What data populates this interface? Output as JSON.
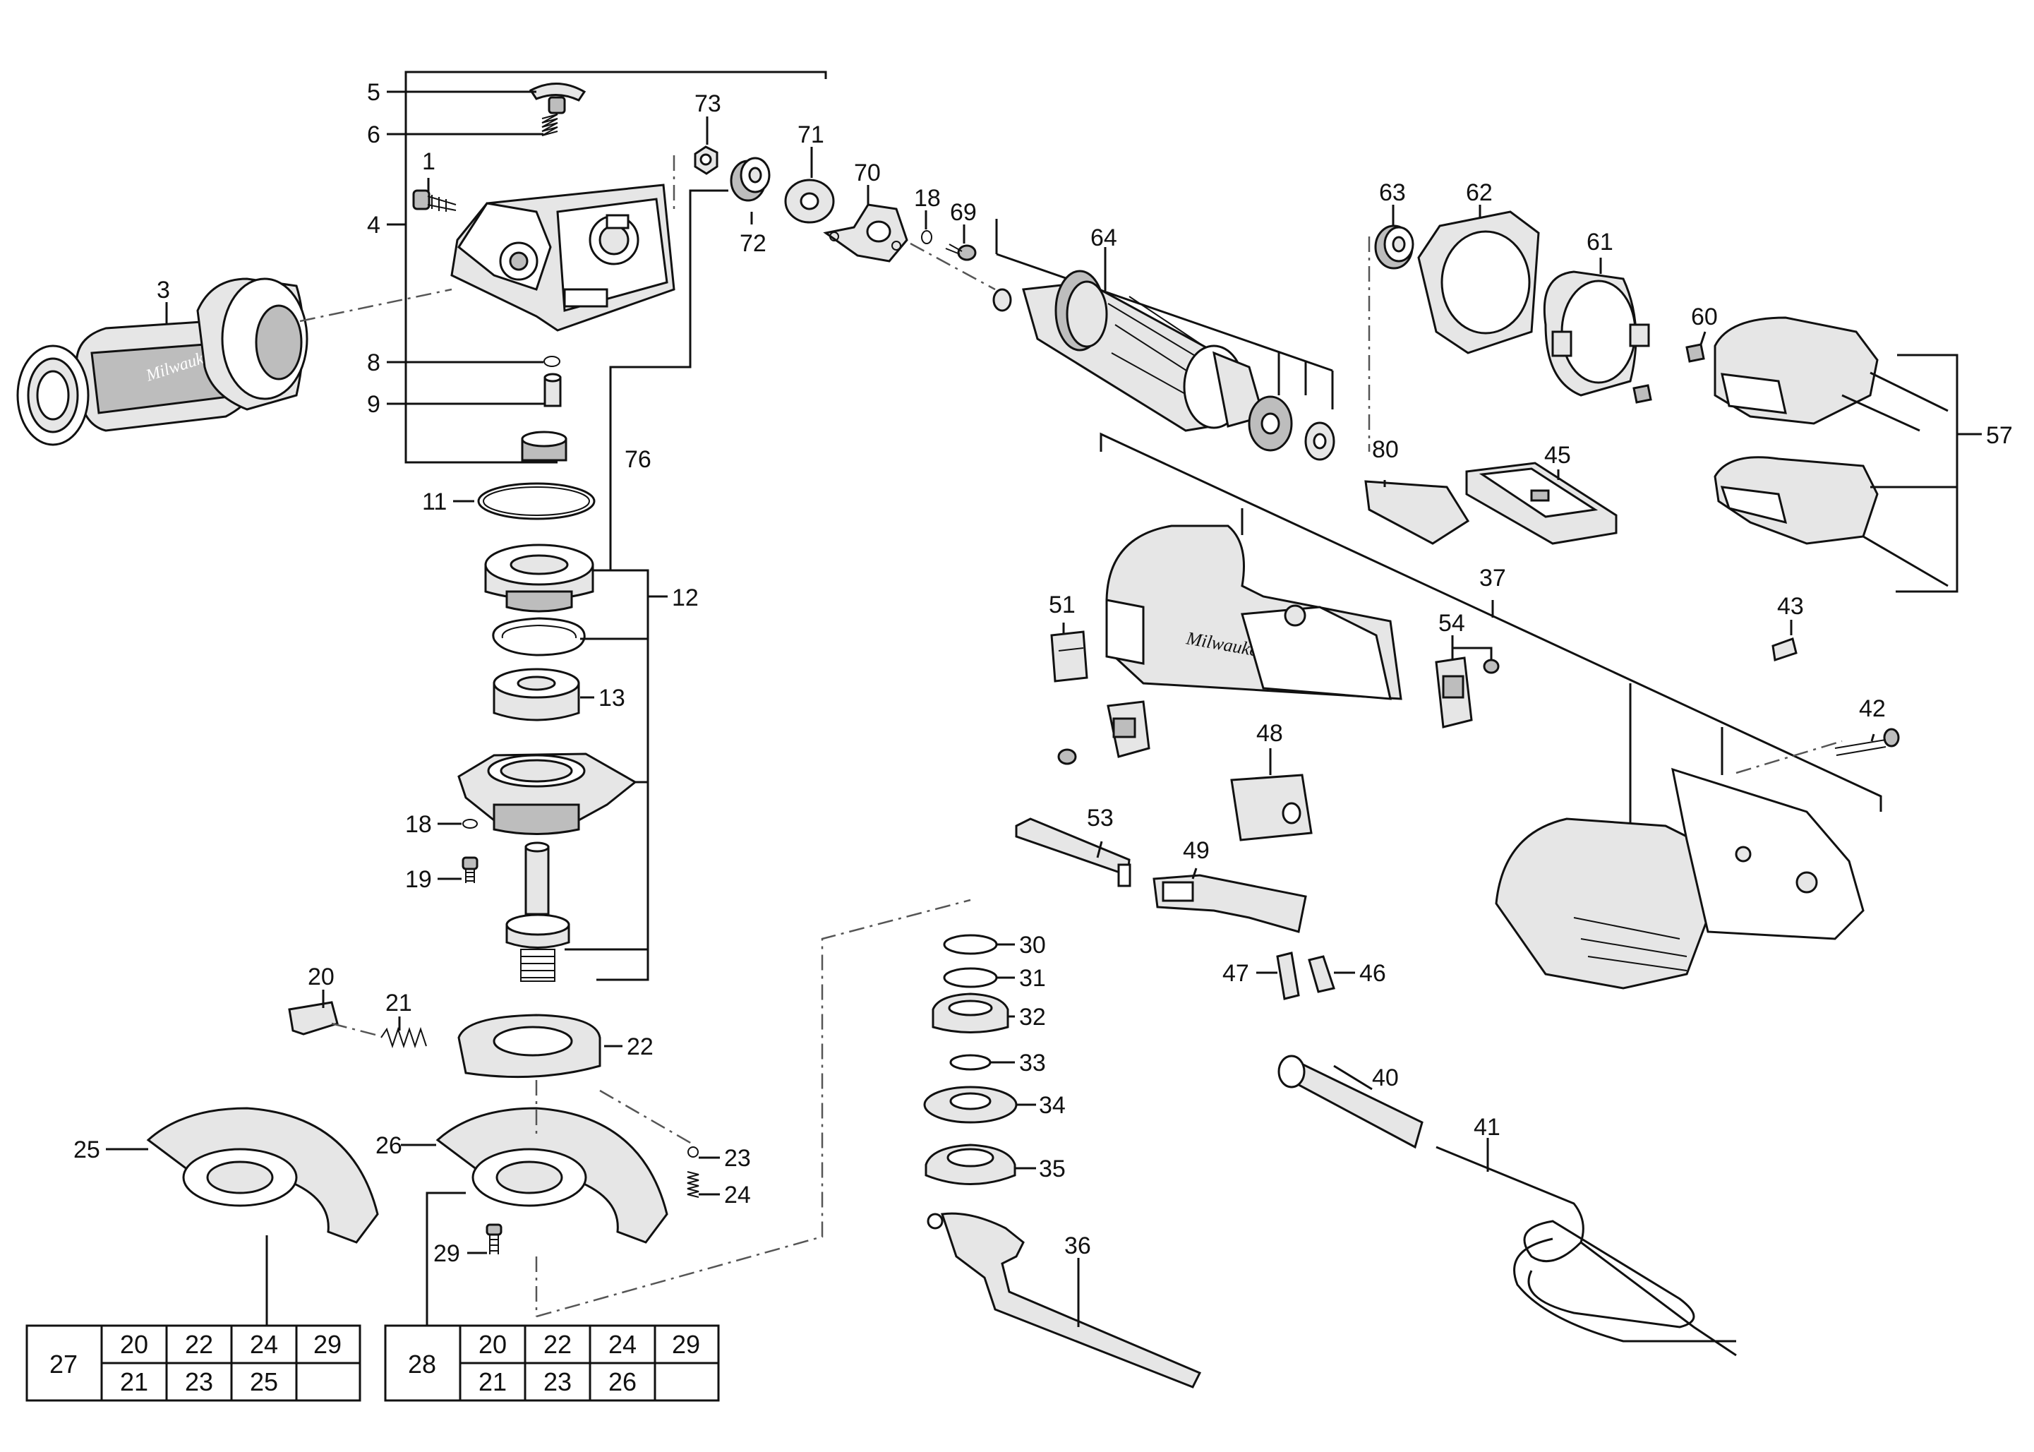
{
  "callouts": {
    "c1": "1",
    "c3": "3",
    "c4": "4",
    "c5": "5",
    "c6": "6",
    "c8": "8",
    "c9": "9",
    "c11": "11",
    "c12": "12",
    "c13": "13",
    "c18a": "18",
    "c18b": "18",
    "c19": "19",
    "c20": "20",
    "c21": "21",
    "c22": "22",
    "c23": "23",
    "c24": "24",
    "c25": "25",
    "c26": "26",
    "c29": "29",
    "c30": "30",
    "c31": "31",
    "c32": "32",
    "c33": "33",
    "c34": "34",
    "c35": "35",
    "c36": "36",
    "c37": "37",
    "c40": "40",
    "c41": "41",
    "c42": "42",
    "c43": "43",
    "c45": "45",
    "c46": "46",
    "c47": "47",
    "c48": "48",
    "c49": "49",
    "c51": "51",
    "c53": "53",
    "c54": "54",
    "c57": "57",
    "c60": "60",
    "c61": "61",
    "c62": "62",
    "c63": "63",
    "c64": "64",
    "c69": "69",
    "c70": "70",
    "c71": "71",
    "c72": "72",
    "c73": "73",
    "c76": "76",
    "c80": "80"
  },
  "brand_text": "Milwaukee",
  "kit_tables": [
    {
      "kit": "27",
      "row1": [
        "20",
        "22",
        "24",
        "29"
      ],
      "row2": [
        "21",
        "23",
        "25",
        ""
      ]
    },
    {
      "kit": "28",
      "row1": [
        "20",
        "22",
        "24",
        "29"
      ],
      "row2": [
        "21",
        "23",
        "26",
        ""
      ]
    }
  ]
}
